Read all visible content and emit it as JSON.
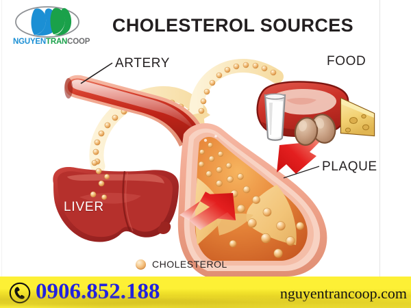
{
  "brand": {
    "logo_icon": "nguyentran-oval-logo",
    "logo_text_part1": "NGUYEN",
    "logo_text_part2": "TRAN",
    "logo_text_part3": "COOP",
    "colors": {
      "blue": "#1b8fd4",
      "green": "#1aa14a",
      "grey": "#6d6e70"
    }
  },
  "illustration": {
    "title": "CHOLESTEROL SOURCES",
    "labels": {
      "artery": "ARTERY",
      "food": "FOOD",
      "plaque": "PLAQUE",
      "liver": "LIVER"
    },
    "legend": {
      "swatch_icon": "cholesterol-particle-icon",
      "label": "CHOLESTEROL",
      "color": "#e8a košt"
    },
    "elements": {
      "artery_icon": "artery-vessel",
      "liver_icon": "liver-organ",
      "food_icon": "food-group-milk-meat-eggs-cheese",
      "plaque_arrow_icon": "red-arrow-icon",
      "cholesterol_flow_icon": "cholesterol-flow-arrow"
    },
    "colors": {
      "artery_red": "#cf3b2b",
      "liver_red": "#b02a2a",
      "plaque_yellow": "#f3c679",
      "arrow_red": "#e41f1f",
      "cholesterol_orange": "#eda855"
    }
  },
  "footer": {
    "phone_icon": "phone-icon",
    "phone": "0906.852.188",
    "website": "nguyentrancoop.com",
    "colors": {
      "background": "#fdf035",
      "phone_text": "#2222dd",
      "website_text": "#111111"
    }
  }
}
